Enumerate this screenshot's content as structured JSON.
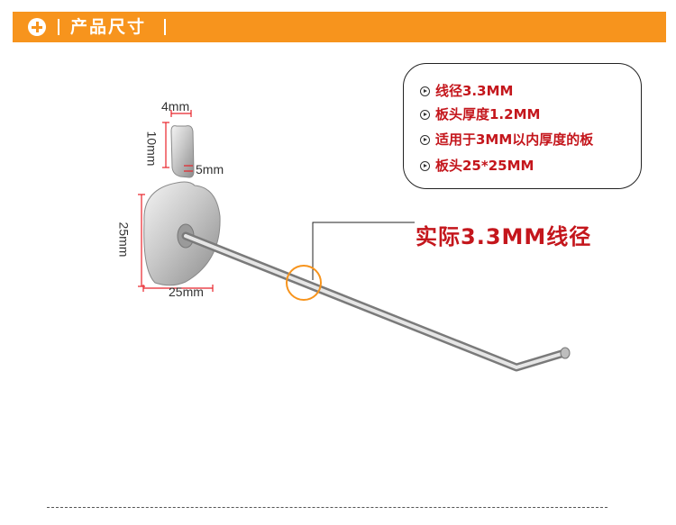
{
  "header": {
    "title": "产品尺寸",
    "background_color": "#f7941d",
    "icon": "plus-circle-icon"
  },
  "specs": {
    "items": [
      "线径3.3MM",
      "板头厚度1.2MM",
      "适用于3MM以内厚度的板",
      "板头25*25MM"
    ],
    "text_color": "#c4161c",
    "bullet_icon": "circle-arrow-bullet-icon"
  },
  "callout": {
    "text": "实际3.3MM线径",
    "highlight_color": "#f7941d"
  },
  "dimensions": {
    "tab_width": "4mm",
    "tab_height": "10mm",
    "neck": "5mm",
    "plate_height": "25mm",
    "plate_width": "25mm",
    "line_color": "#e8232a"
  }
}
